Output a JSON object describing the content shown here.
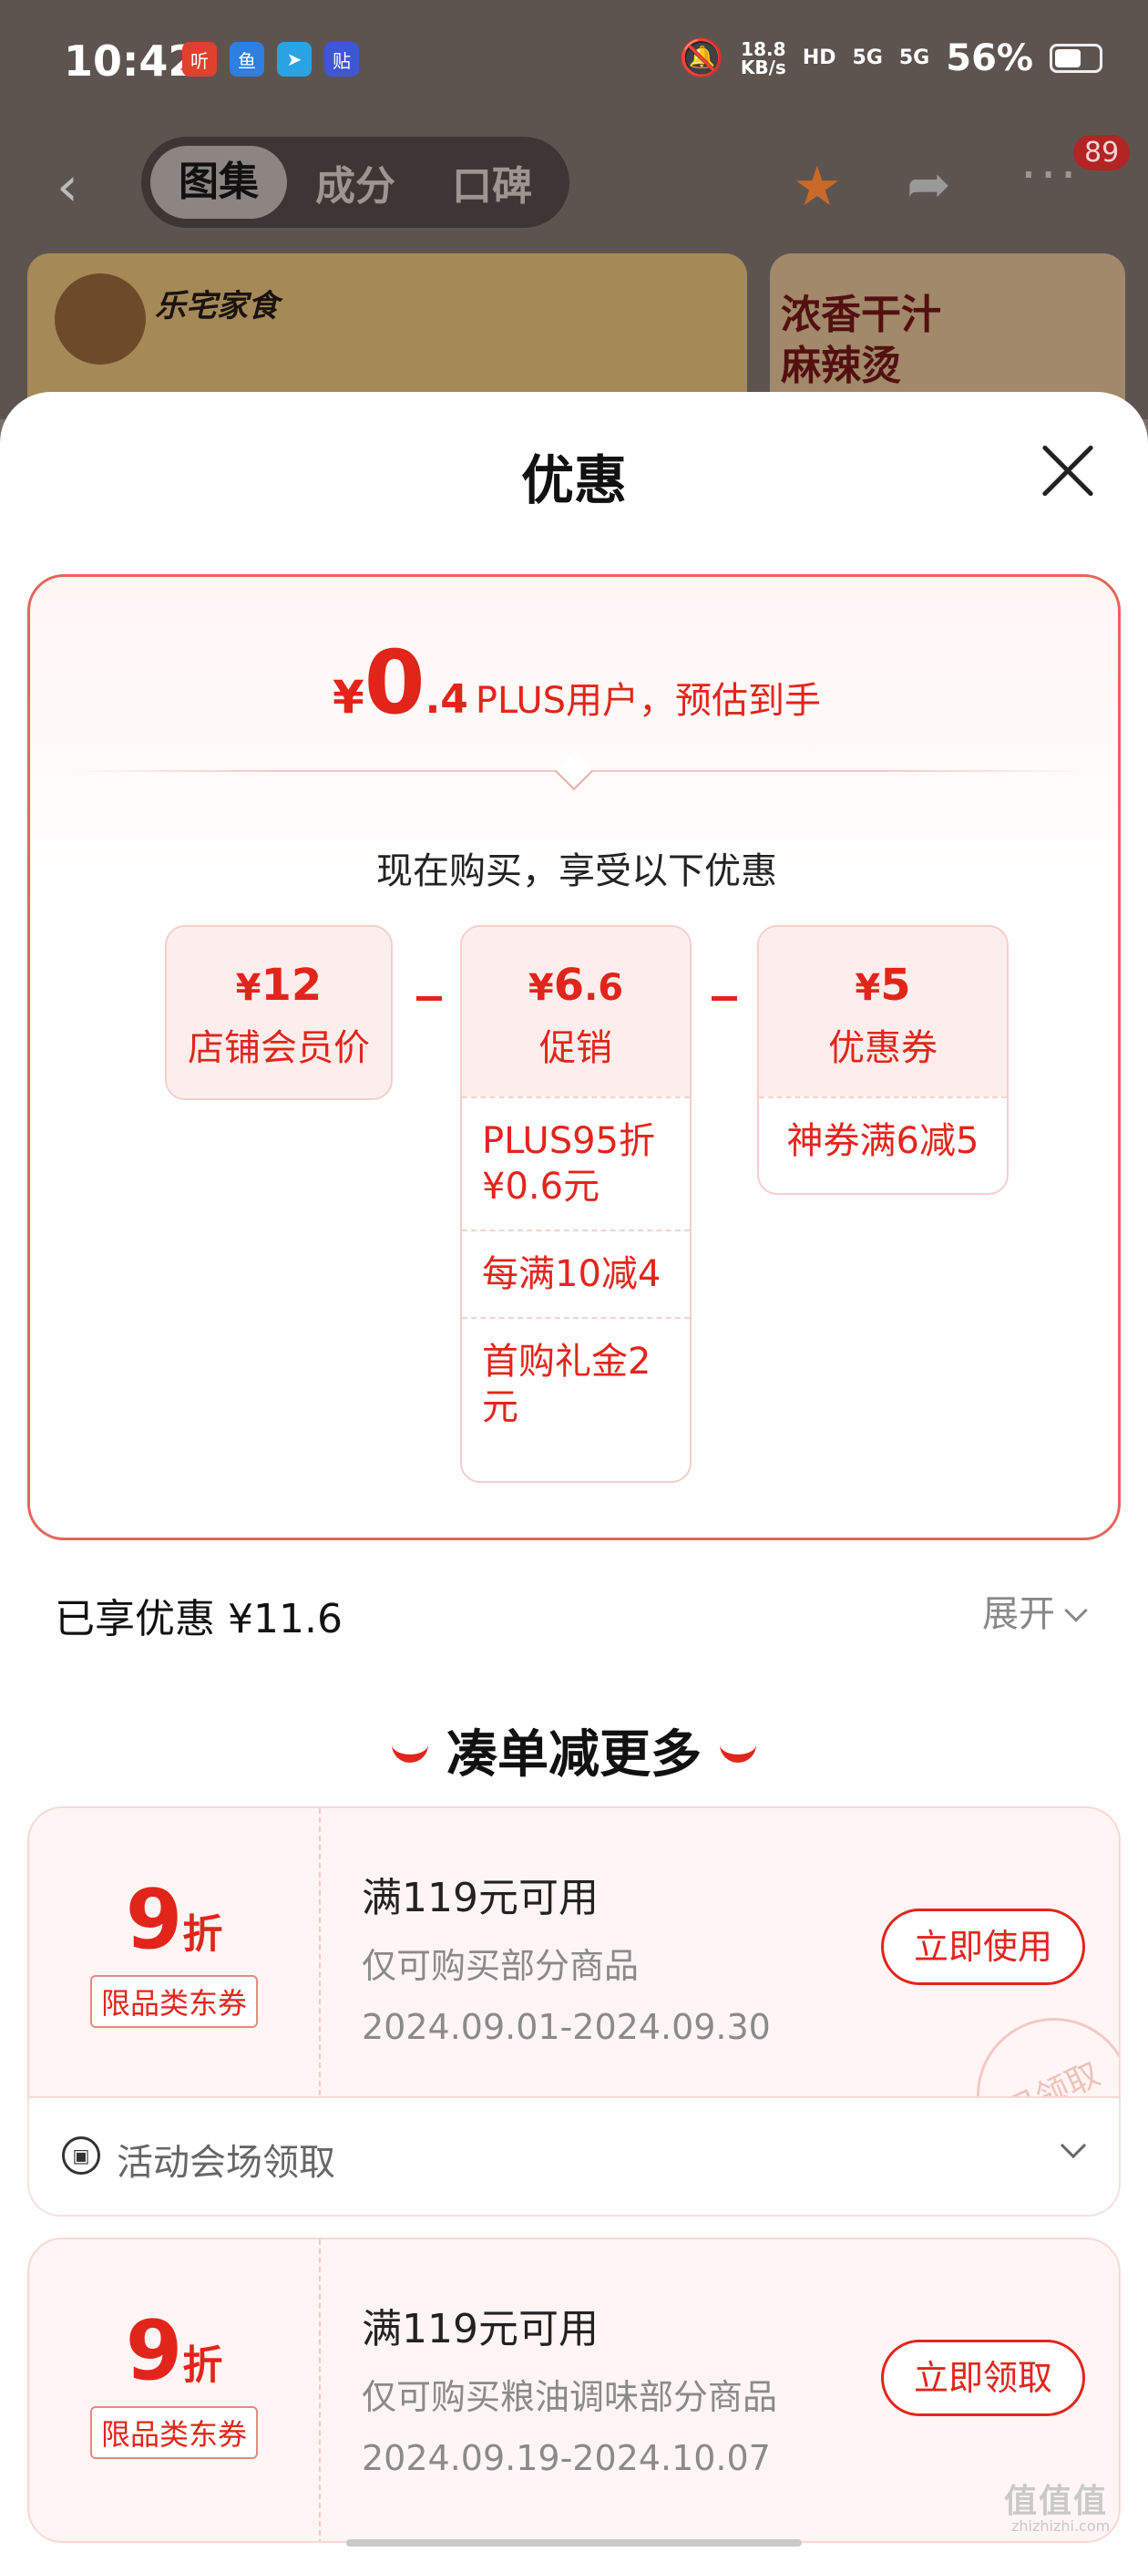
{
  "status": {
    "time": "10:42",
    "speed_top": "18.8",
    "speed_unit": "KB/s",
    "network": "5G",
    "network2": "5G",
    "battery": "56%",
    "apps": [
      {
        "icon": "ting-icon",
        "glyph": "听",
        "color": "#e0412e"
      },
      {
        "icon": "yuqiao-icon",
        "glyph": "鱼",
        "color": "#2f7fe0"
      },
      {
        "icon": "telegram-icon",
        "glyph": "➤",
        "color": "#2aa3e5"
      },
      {
        "icon": "tieba-icon",
        "glyph": "贴",
        "color": "#3e57d6"
      }
    ]
  },
  "nav": {
    "tabs": [
      "图集",
      "成分",
      "口碑"
    ],
    "badge": "89"
  },
  "banners": {
    "brand": "乐宅家食",
    "promo_line1": "浓香干汁",
    "promo_line2": "麻辣烫"
  },
  "sheet": {
    "title": "优惠",
    "estimate": {
      "yen": "¥",
      "int": "0",
      "dec": ".4",
      "label": "PLUS用户，预估到手"
    },
    "buy_now": "现在购买，享受以下优惠",
    "boxes": [
      {
        "yen": "¥",
        "int": "12",
        "dec": "",
        "label": "店铺会员价",
        "subs": []
      },
      {
        "yen": "¥",
        "int": "6",
        "dec": ".6",
        "label": "促销",
        "subs": [
          "PLUS95折 ¥0.6元",
          "每满10减4",
          "首购礼金2元"
        ]
      },
      {
        "yen": "¥",
        "int": "5",
        "dec": "",
        "label": "优惠券",
        "subs": [
          "神券满6减5"
        ]
      }
    ],
    "enjoyed": "已享优惠 ¥11.6",
    "expand": "展开",
    "more_title": "凑单减更多",
    "coupons": [
      {
        "num": "9",
        "unit": "折",
        "tag": "限品类东券",
        "title": "满119元可用",
        "desc": "仅可购买部分商品",
        "date": "2024.09.01-2024.09.30",
        "button": "立即使用",
        "stamp": "已领取"
      },
      {
        "num": "9",
        "unit": "折",
        "tag": "限品类东券",
        "title": "满119元可用",
        "desc": "仅可购买粮油调味部分商品",
        "date": "2024.09.19-2024.10.07",
        "button": "立即领取",
        "stamp": ""
      }
    ],
    "venue": "活动会场领取"
  },
  "watermark": "值值值",
  "watermark_sub": "zhizhizhi.com",
  "colors": {
    "accent": "#e2251b",
    "accent_light": "#fdeeed",
    "border": "#e1675a"
  }
}
